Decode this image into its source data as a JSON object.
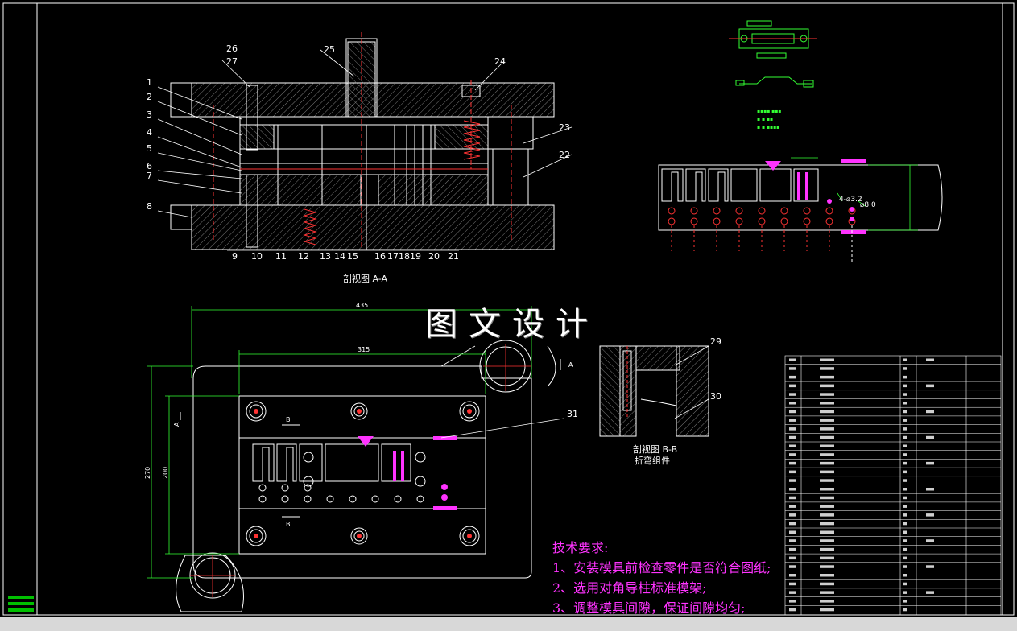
{
  "drawing": {
    "watermark": "图文设计",
    "section_aa_caption": "剖视图 A-A",
    "section_bb_caption": "剖视图 B-B",
    "section_bb_subcaption": "折弯组件",
    "section_marker_a": "A",
    "section_marker_b": "B",
    "dimensions": {
      "outer_width": "435",
      "inner_width": "315",
      "outer_height": "270",
      "inner_height": "200",
      "hole_small": "4-⌀3.2",
      "hole_large": "⌀8.0"
    },
    "left_part_numbers": [
      "1",
      "2",
      "3",
      "4",
      "5",
      "6",
      "7",
      "8"
    ],
    "bottom_part_numbers": [
      "9",
      "10",
      "11",
      "12",
      "13",
      "14",
      "15",
      "16",
      "17",
      "18",
      "19",
      "20",
      "21"
    ],
    "top_part_numbers": [
      "26",
      "27",
      "25",
      "24"
    ],
    "right_part_numbers": [
      "23",
      "22"
    ],
    "detail_part_numbers": [
      "29",
      "30",
      "31"
    ],
    "tech_requirements_title": "技术要求:",
    "tech_requirements": [
      "1、安装模具前检查零件是否符合图纸;",
      "2、选用对角导柱标准模架;",
      "3、调整模具间隙，保证间隙均匀;"
    ]
  },
  "colors": {
    "background": "#000000",
    "outline": "#ffffff",
    "dimension": "#00ff00",
    "centerline": "#ff3333",
    "highlight": "#ff33ff",
    "hatch": "#9a9a9a",
    "annotation": "#33ff33"
  }
}
